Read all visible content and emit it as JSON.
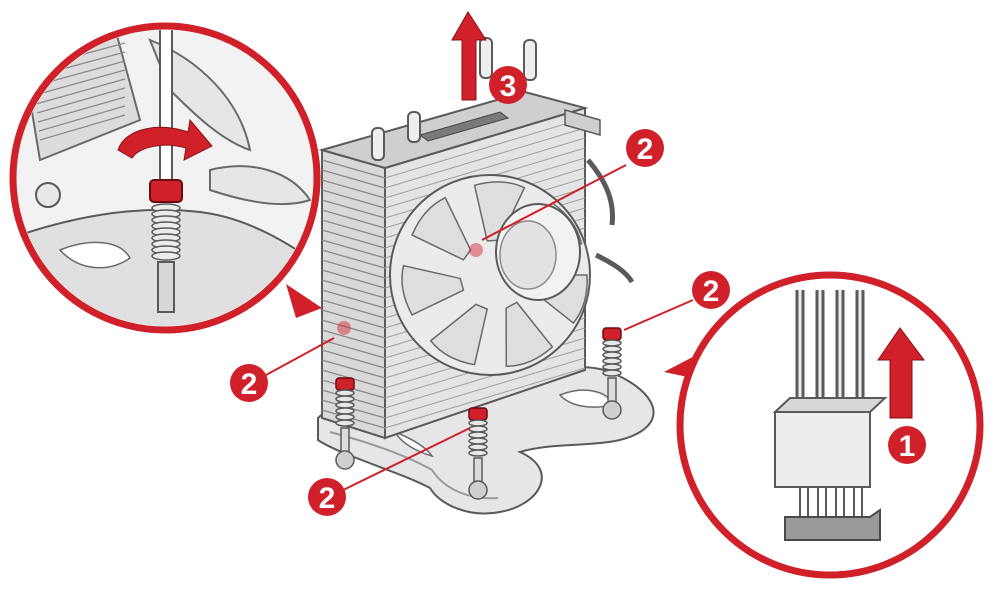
{
  "colors": {
    "accent": "#d0202a",
    "outline": "#5a5a5a",
    "fill_light": "#ededed",
    "fill_mid": "#cfcfcf",
    "fill_dark": "#8f8f8f",
    "background": "#ffffff"
  },
  "steps": [
    {
      "id": "step-1",
      "label": "1"
    },
    {
      "id": "step-2-a",
      "label": "2"
    },
    {
      "id": "step-2-b",
      "label": "2"
    },
    {
      "id": "step-2-c",
      "label": "2"
    },
    {
      "id": "step-2-d",
      "label": "2"
    },
    {
      "id": "step-3",
      "label": "3"
    }
  ],
  "icons": {
    "up_arrow": "up-arrow-icon",
    "rotate_arrow": "rotate-arrow-icon"
  }
}
